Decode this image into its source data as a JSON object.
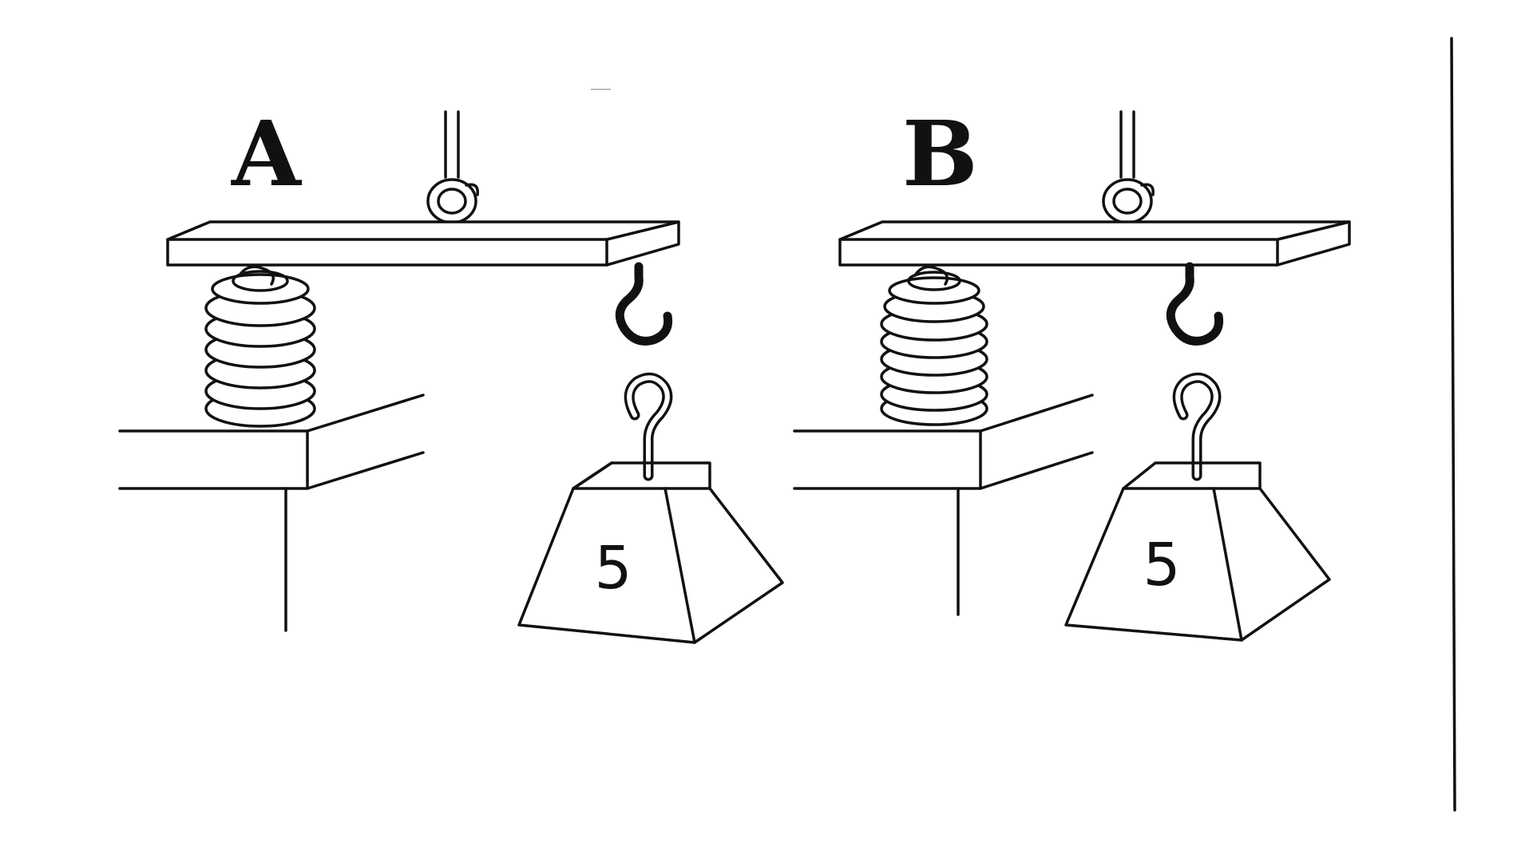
{
  "panels": [
    {
      "id": "A",
      "label": "A",
      "weight_label": "5"
    },
    {
      "id": "B",
      "label": "B",
      "weight_label": "5"
    }
  ]
}
